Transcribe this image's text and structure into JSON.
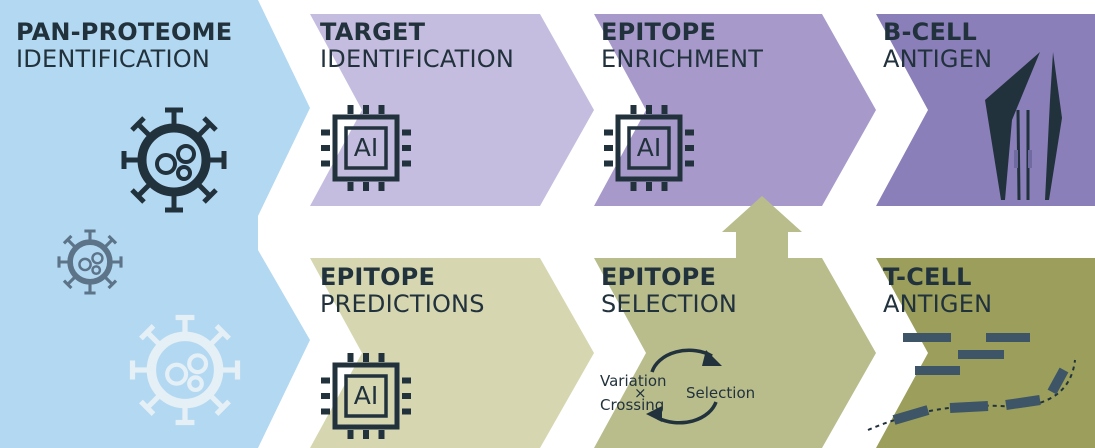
{
  "panels": {
    "pan_proteome": {
      "title_bold": "PAN-PROTEOME",
      "title_rest": "IDENTIFICATION"
    },
    "target": {
      "title_bold": "TARGET",
      "title_rest": "IDENTIFICATION"
    },
    "epitope_enrichment": {
      "title_bold": "EPITOPE",
      "title_rest": "ENRICHMENT"
    },
    "b_cell": {
      "title_bold": "B-CELL",
      "title_rest": "ANTIGEN"
    },
    "epitope_predictions": {
      "title_bold": "EPITOPE",
      "title_rest": "PREDICTIONS"
    },
    "epitope_selection": {
      "title_bold": "EPITOPE",
      "title_rest": "SELECTION"
    },
    "t_cell": {
      "title_bold": "T-CELL",
      "title_rest": "ANTIGEN"
    }
  },
  "ai_chip": {
    "label": "AI"
  },
  "selection_cycle": {
    "variation": "Variation",
    "times": "×",
    "crossing": "Crossing",
    "selection": "Selection"
  },
  "icons": [
    "virus-icon",
    "ai-chip-icon",
    "antibody-icon",
    "peptide-fragments-icon",
    "selection-cycle-icon",
    "up-arrow-icon"
  ],
  "colors": {
    "pan_proteome": "#b3d8f1",
    "target": "#c5bde0",
    "enrichment": "#a79acb",
    "b_cell": "#8b7fb9",
    "predictions": "#d6d7b1",
    "selection": "#b9bd8c",
    "t_cell": "#9b9f5b",
    "ink": "#22323d"
  }
}
